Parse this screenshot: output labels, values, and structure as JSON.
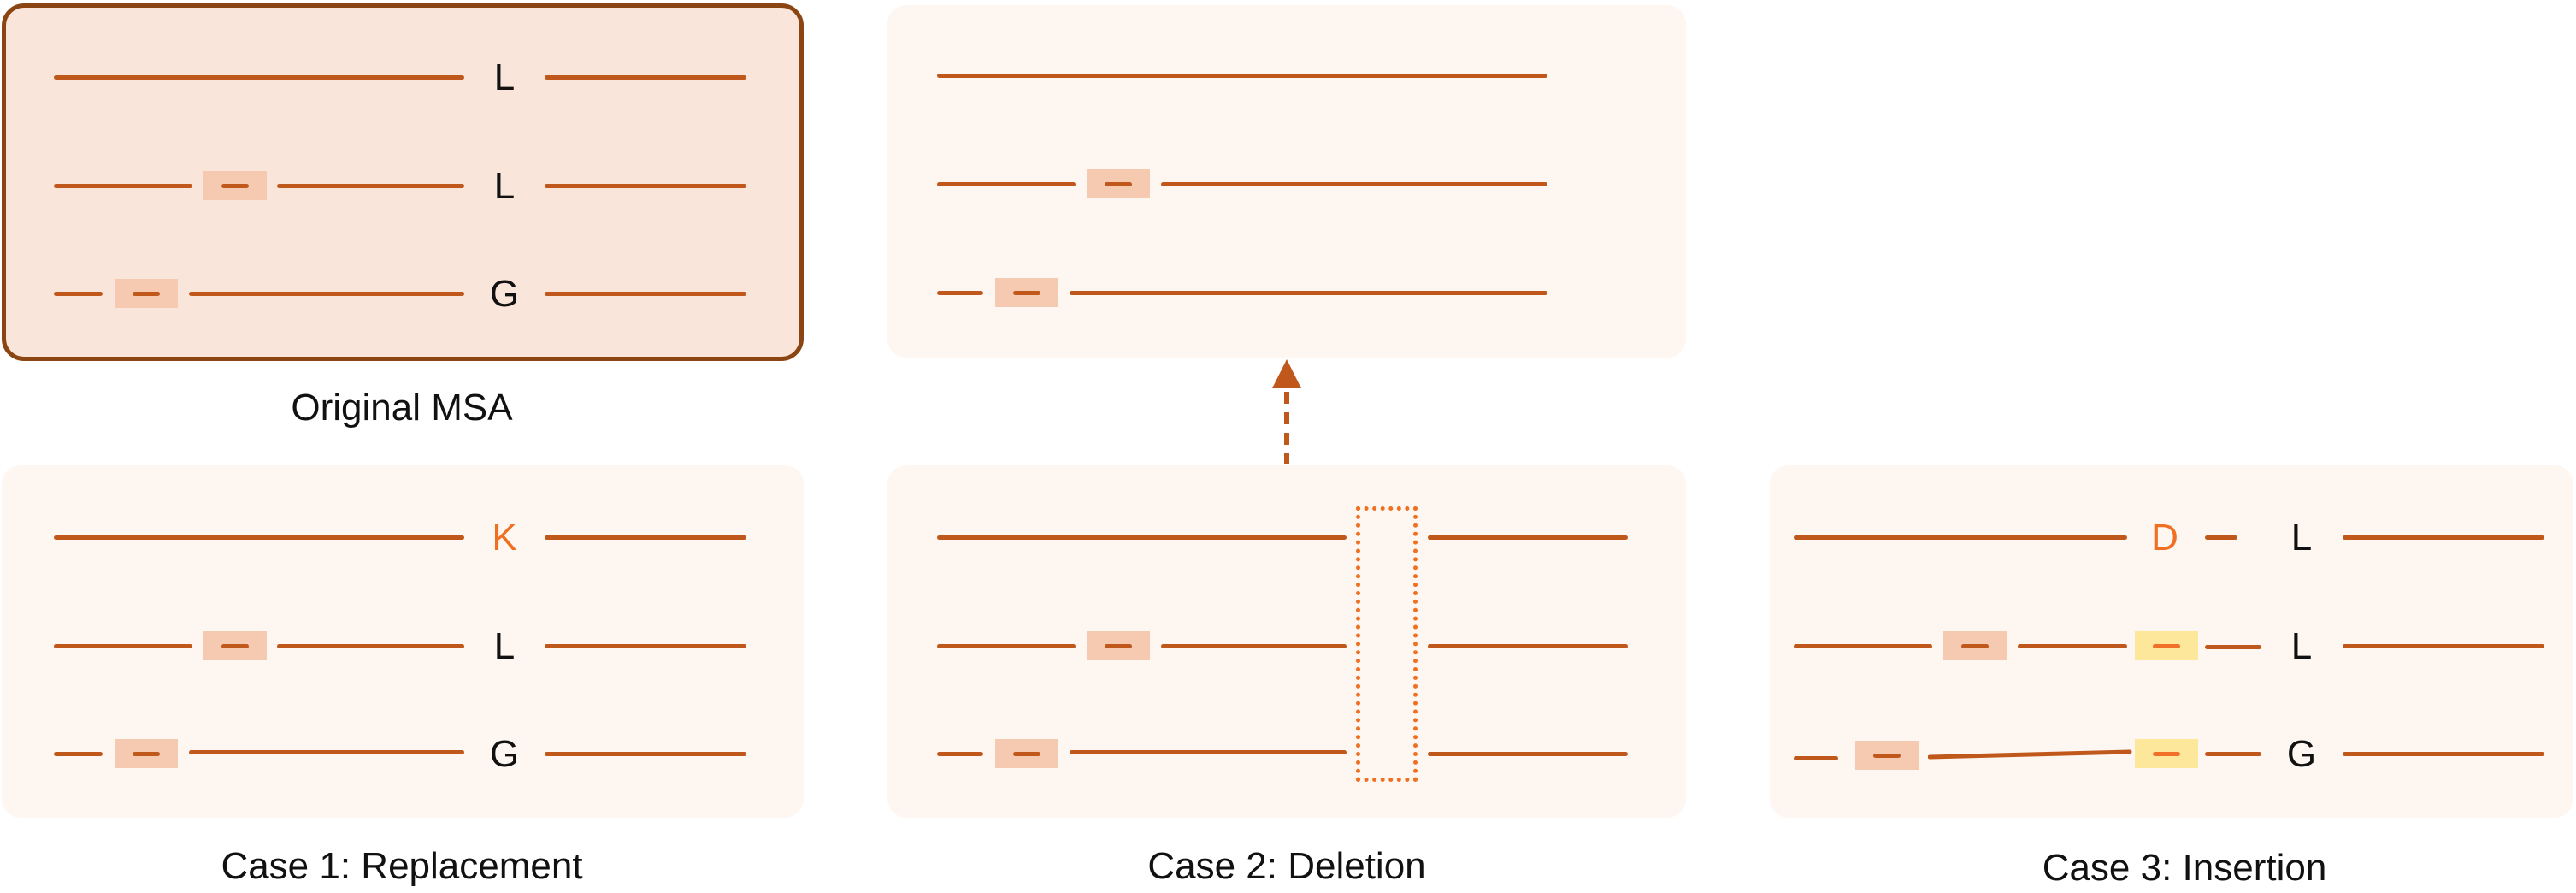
{
  "captions": {
    "original": "Original MSA",
    "case1": "Case 1: Replacement",
    "case2": "Case 2: Deletion",
    "case3": "Case 3: Insertion"
  },
  "original": {
    "residues": [
      "L",
      "L",
      "G"
    ]
  },
  "case1": {
    "residues": [
      "K",
      "L",
      "G"
    ],
    "highlighted_residue": "K"
  },
  "case3": {
    "residues": [
      "D",
      "L",
      "L",
      "G"
    ],
    "highlighted_residue": "D"
  },
  "colors": {
    "line": "#c0581c",
    "highlight_text": "#f07022",
    "gap_box": "#f6c9b1",
    "insert_box": "#fde79a",
    "original_panel_bg": "#fae5da",
    "original_panel_border": "#8b4513",
    "panel_bg": "#fef6f1"
  }
}
